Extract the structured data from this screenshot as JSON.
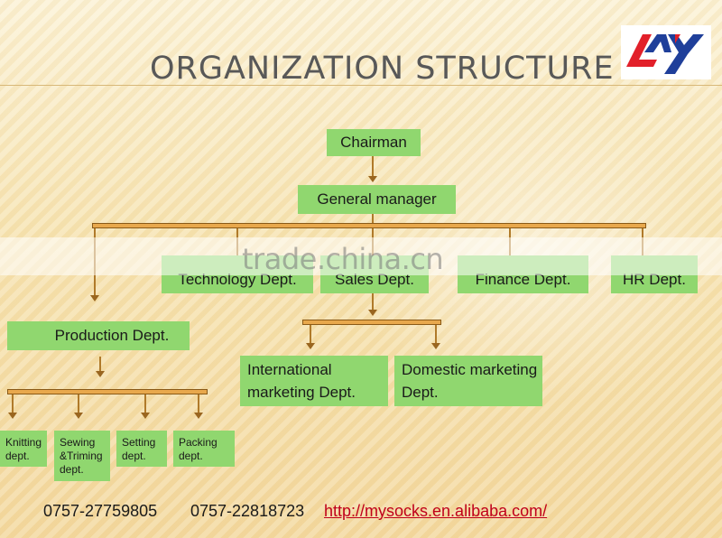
{
  "title": "ORGANIZATION STRUCTURE",
  "logo_text": "AY",
  "watermark": "trade.china.cn",
  "colors": {
    "box_fill": "#90d76f",
    "connector_bar": "#e8a84c",
    "connector_line": "#b07a2a",
    "logo_red": "#e2202a",
    "logo_blue": "#1f3f9a",
    "link": "#c0001a"
  },
  "org": {
    "chairman": "Chairman",
    "general_manager": "General manager",
    "departments": {
      "technology": "Technology Dept.",
      "sales": "Sales Dept.",
      "finance": "Finance Dept.",
      "hr": "HR Dept.",
      "production": "Production Dept."
    },
    "sales_sub": {
      "international": "International marketing Dept.",
      "domestic": "Domestic marketing Dept."
    },
    "production_sub": {
      "knitting": "Knitting dept.",
      "sewing": "Sewing &Triming dept.",
      "setting": "Setting dept.",
      "packing": "Packing dept."
    }
  },
  "footer": {
    "phone1": "0757-27759805",
    "phone2": "0757-22818723",
    "link": "http://mysocks.en.alibaba.com/"
  }
}
